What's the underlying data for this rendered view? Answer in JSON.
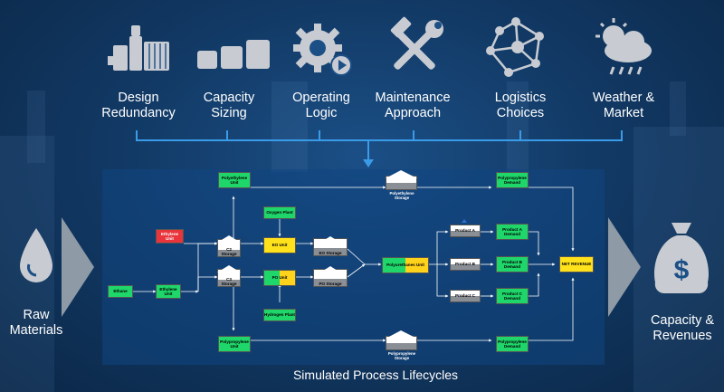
{
  "factors": [
    {
      "label": "Design\nRedundancy",
      "icon": "factory-icon"
    },
    {
      "label": "Capacity\nSizing",
      "icon": "cylinders-icon"
    },
    {
      "label": "Operating\nLogic",
      "icon": "gear-play-icon"
    },
    {
      "label": "Maintenance\nApproach",
      "icon": "hammer-wrench-icon"
    },
    {
      "label": "Logistics\nChoices",
      "icon": "network-icon"
    },
    {
      "label": "Weather &\nMarket",
      "icon": "weather-icon"
    }
  ],
  "left_label": "Raw\nMaterials",
  "right_label": "Capacity &\nRevenues",
  "panel_caption": "Simulated Process Lifecycles",
  "flow": {
    "ethane": "Ethane",
    "ethylene_unit": "Ethylene\nUnit",
    "ethylene_unit_red": "Ethylene\nUnit",
    "c2_storage": "C2 Storage",
    "c3_storage": "C3 Storage",
    "polyethylene_unit": "Polyethylene\nUnit",
    "polypropylene_unit": "Polypropylene\nUnit",
    "oxygen_plant": "Oxygen Plant",
    "hydrogen_plant": "Hydrogen Plant",
    "eo_unit": "EO Unit",
    "po_unit": "PO Unit",
    "eo_storage": "EO Storage",
    "po_storage": "PO Storage",
    "polyethylene_storage": "Polyethylene\nStorage",
    "polypropylene_storage": "Polypropylene\nStorage",
    "polyurethanes_unit": "Polyurethanes Unit",
    "product_a": "Product A",
    "product_b": "Product B",
    "product_c": "Product C",
    "product_a_demand": "Product A\nDemand",
    "product_b_demand": "Product B\nDemand",
    "product_c_demand": "Product C\nDemand",
    "polypropylene_demand_top": "Polypropylene\nDemand",
    "polypropylene_demand_bottom": "Polypropylene\nDemand",
    "net_revenue": "NET REVENUE"
  },
  "colors": {
    "accent": "#3a9be8",
    "green": "#1fd66a",
    "yellow": "#ffe21c",
    "red": "#e8343a"
  }
}
